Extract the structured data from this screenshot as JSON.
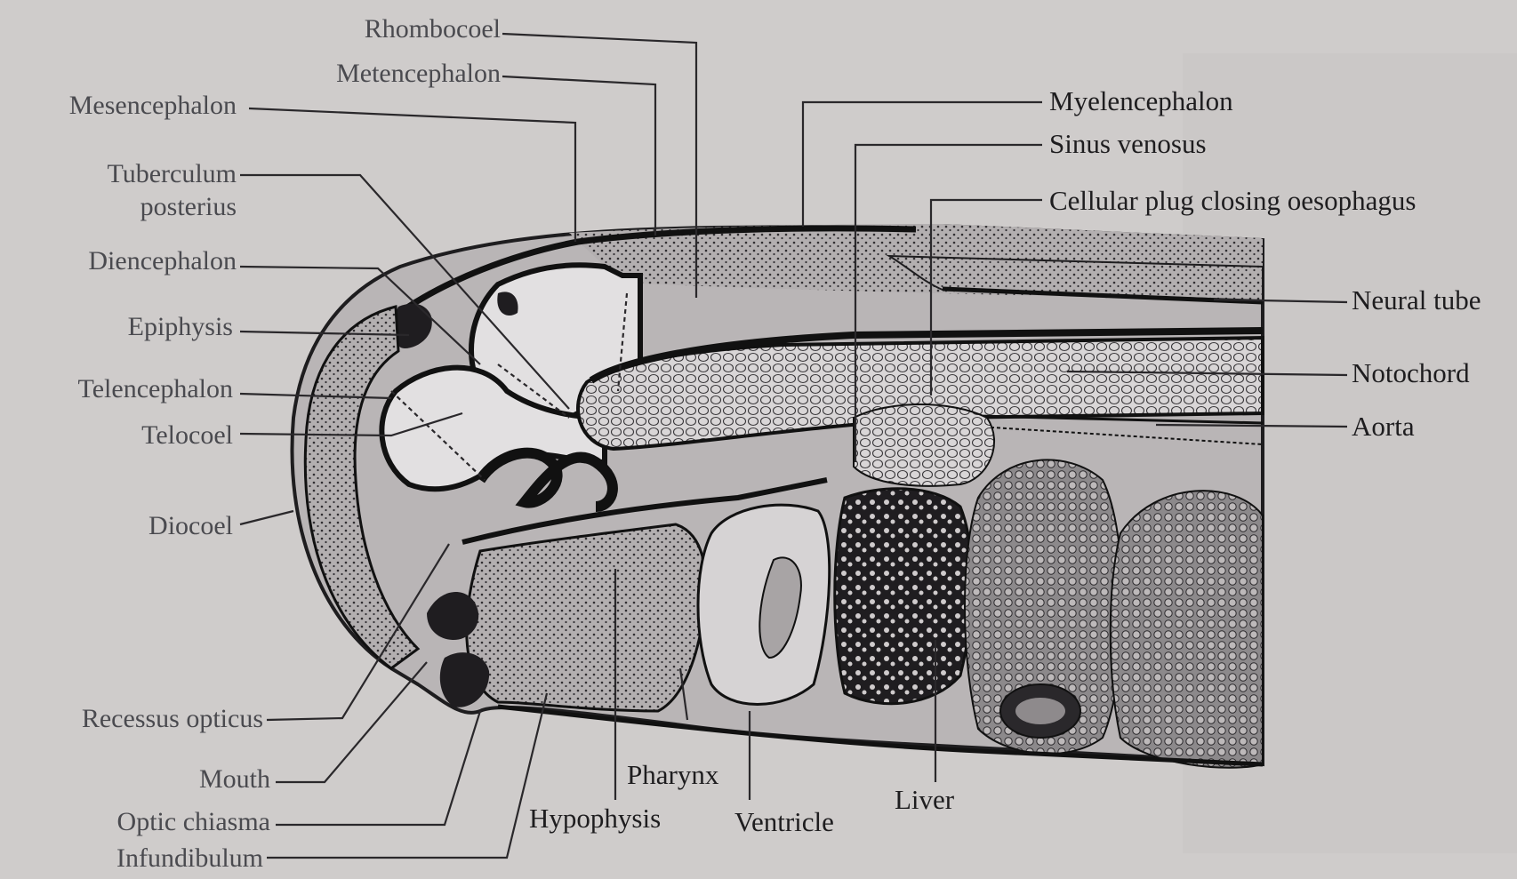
{
  "figure": {
    "labels_left": {
      "rhombocoel": "Rhombocoel",
      "metencephalon": "Metencephalon",
      "mesencephalon": "Mesencephalon",
      "tuberculum_line1": "Tuberculum",
      "tuberculum_line2": "posterius",
      "diencephalon": "Diencephalon",
      "epiphysis": "Epiphysis",
      "telencephalon": "Telencephalon",
      "telocoel": "Telocoel",
      "diocoel": "Diocoel",
      "recessus_opticus": "Recessus opticus",
      "mouth": "Mouth",
      "optic_chiasma": "Optic chiasma",
      "infundibulum": "Infundibulum"
    },
    "labels_right": {
      "myelencephalon": "Myelencephalon",
      "sinus_venosus": "Sinus venosus",
      "cellular_plug": "Cellular plug closing oesophagus",
      "neural_tube": "Neural tube",
      "notochord": "Notochord",
      "aorta": "Aorta"
    },
    "labels_bottom": {
      "pharynx": "Pharynx",
      "hypophysis": "Hypophysis",
      "ventricle": "Ventricle",
      "liver": "Liver"
    }
  },
  "colors": {
    "paper": "#cfcccb",
    "ink": "#1e1d1f",
    "tissue": "#a9a5a6",
    "cavity": "#e4e2e3"
  }
}
